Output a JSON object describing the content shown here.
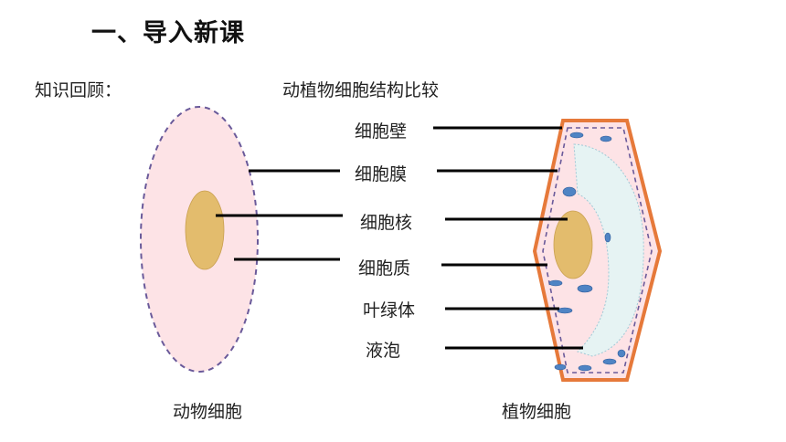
{
  "header": {
    "title": "一、导入新课"
  },
  "section_label": "知识回顾：",
  "diagram": {
    "title": "动植物细胞结构比较",
    "labels": [
      "细胞壁",
      "细胞膜",
      "细胞核",
      "细胞质",
      "叶绿体",
      "液泡"
    ],
    "animal_caption": "动物细胞",
    "plant_caption": "植物细胞",
    "colors": {
      "cytoplasm_fill": "#fde3e6",
      "membrane_stroke": "#6a5a9a",
      "nucleus_fill": "#e3bc6d",
      "cell_wall": "#e6793a",
      "vacuole_fill": "#e6f3f3",
      "chloroplast_fill": "#4f84c4",
      "leader_line": "#000000"
    }
  }
}
